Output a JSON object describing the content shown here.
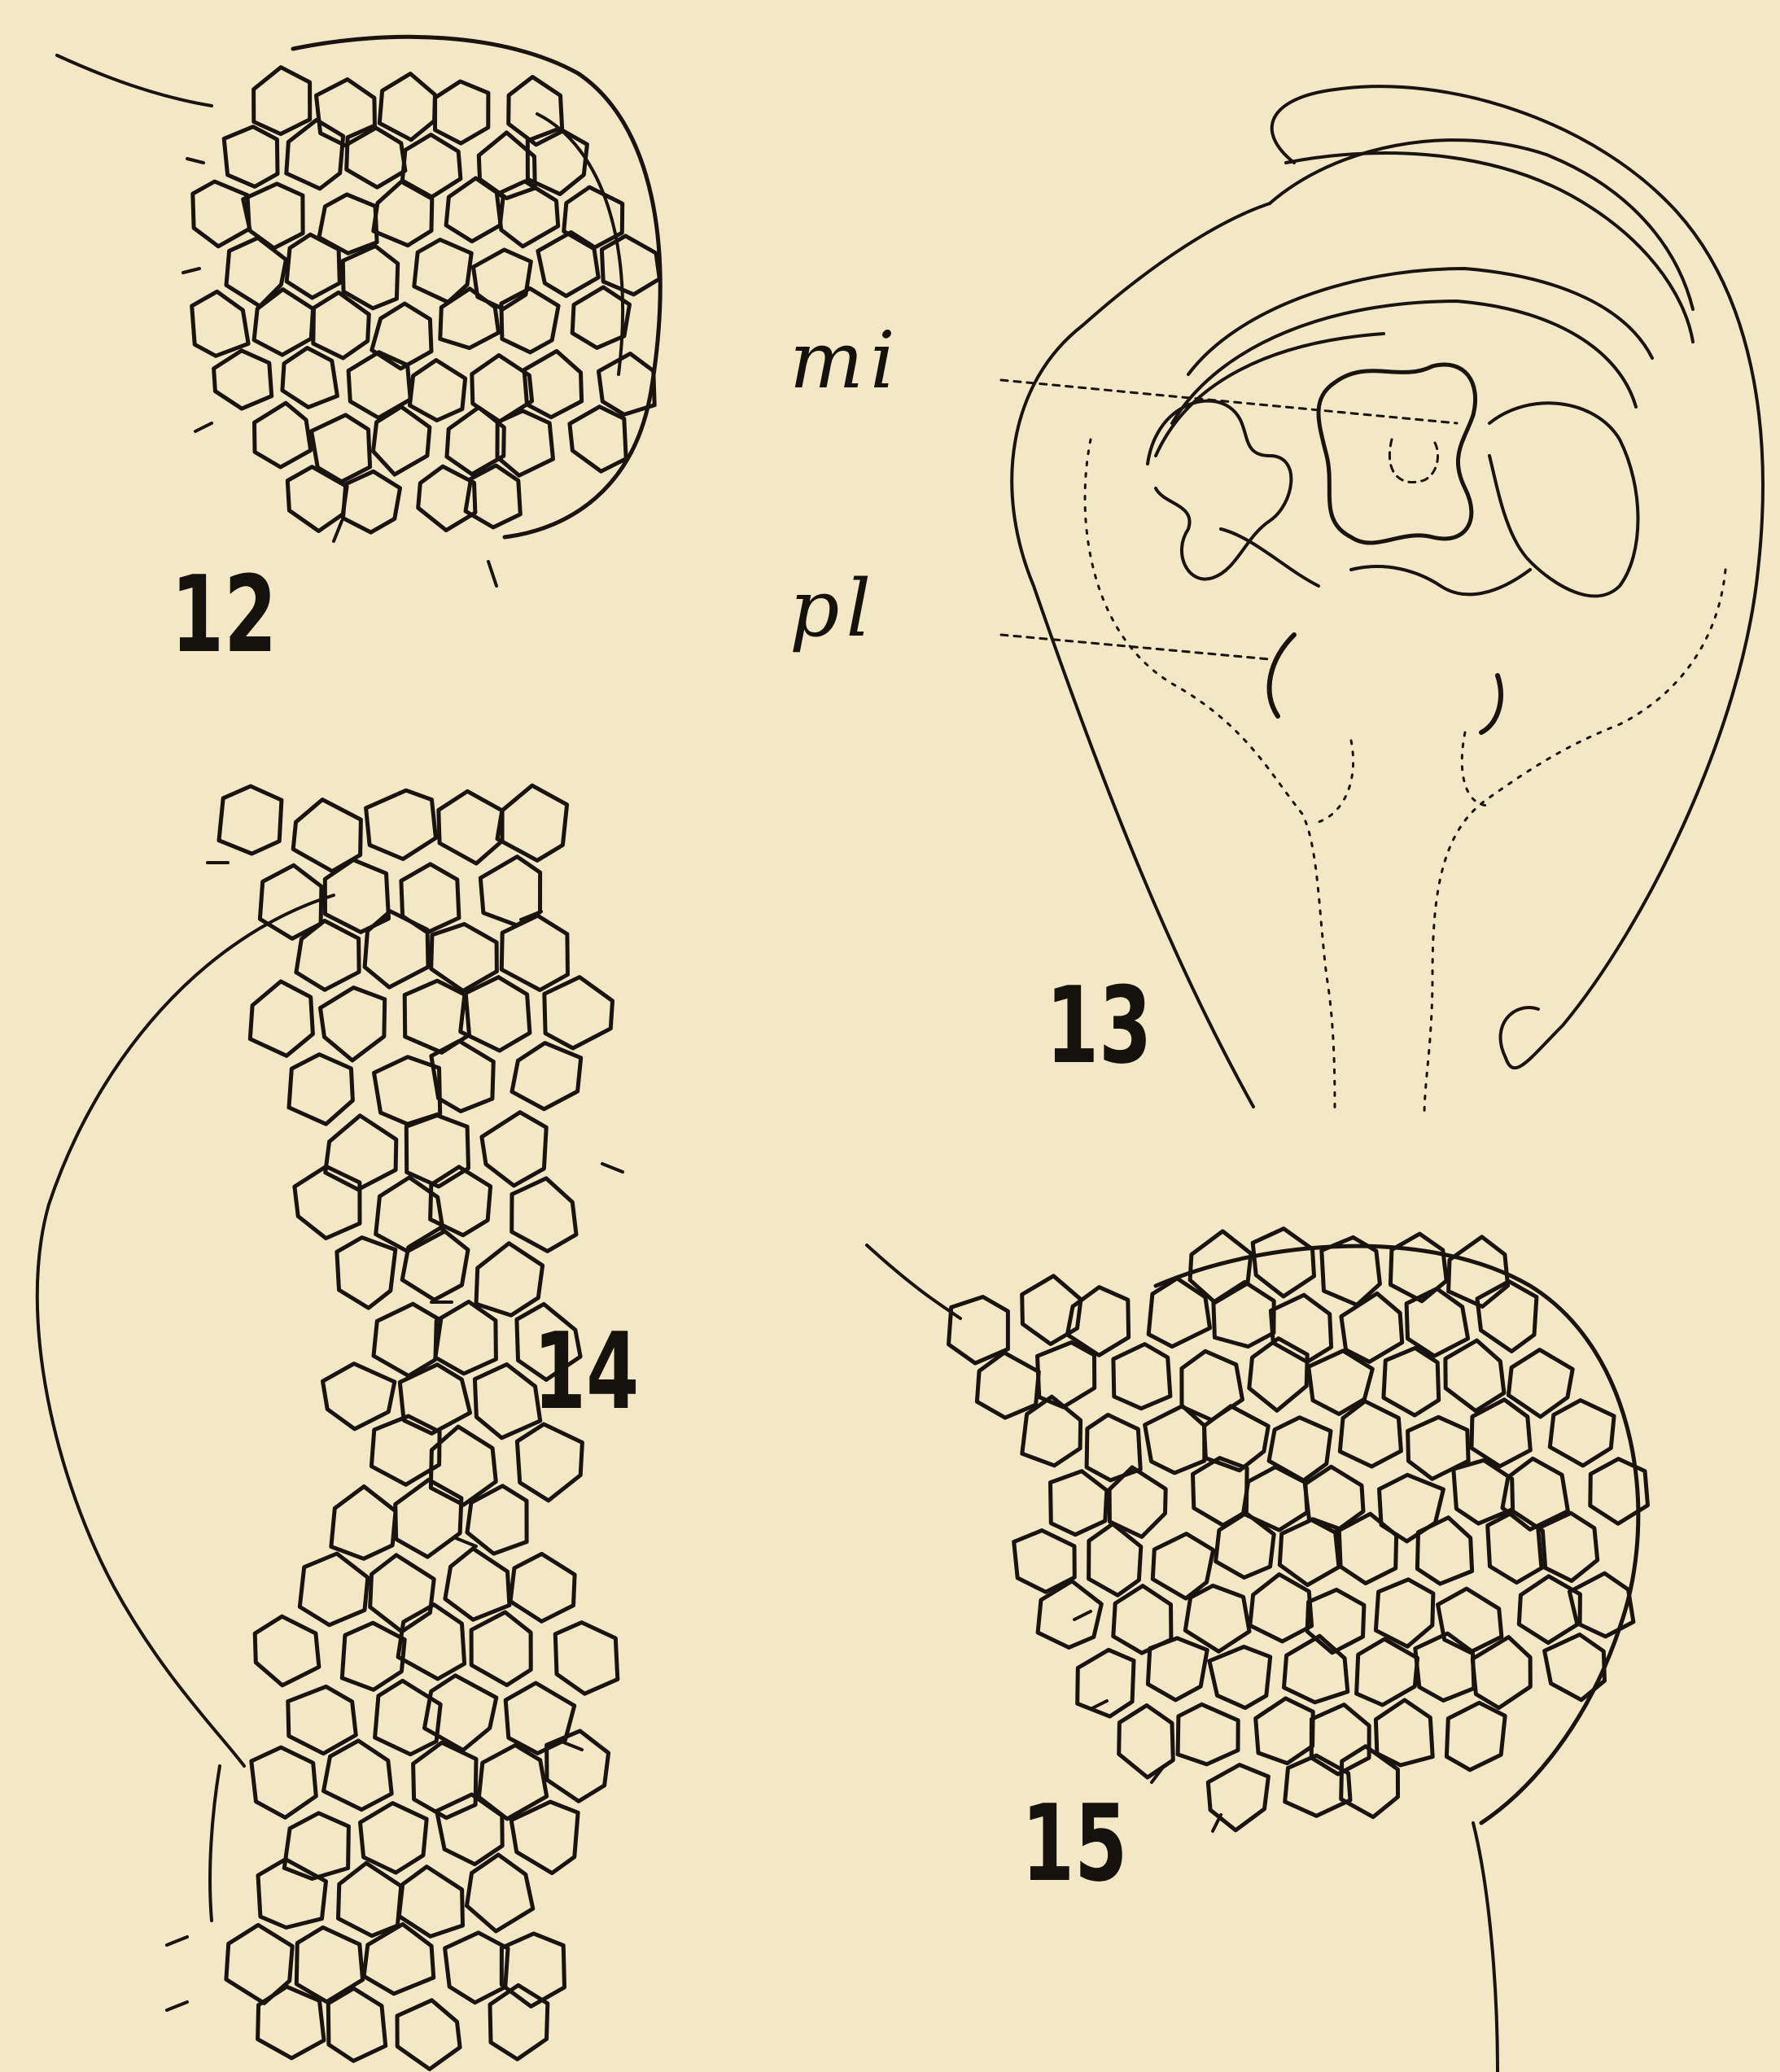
{
  "figures": [
    {
      "id": "fig-12",
      "number": "12"
    },
    {
      "id": "fig-13",
      "number": "13"
    },
    {
      "id": "fig-14",
      "number": "14"
    },
    {
      "id": "fig-15",
      "number": "15"
    }
  ],
  "labels": {
    "mi": "mi",
    "pl": "pl"
  },
  "colors": {
    "paper": "#f3e8c6",
    "ink": "#1a1410"
  }
}
